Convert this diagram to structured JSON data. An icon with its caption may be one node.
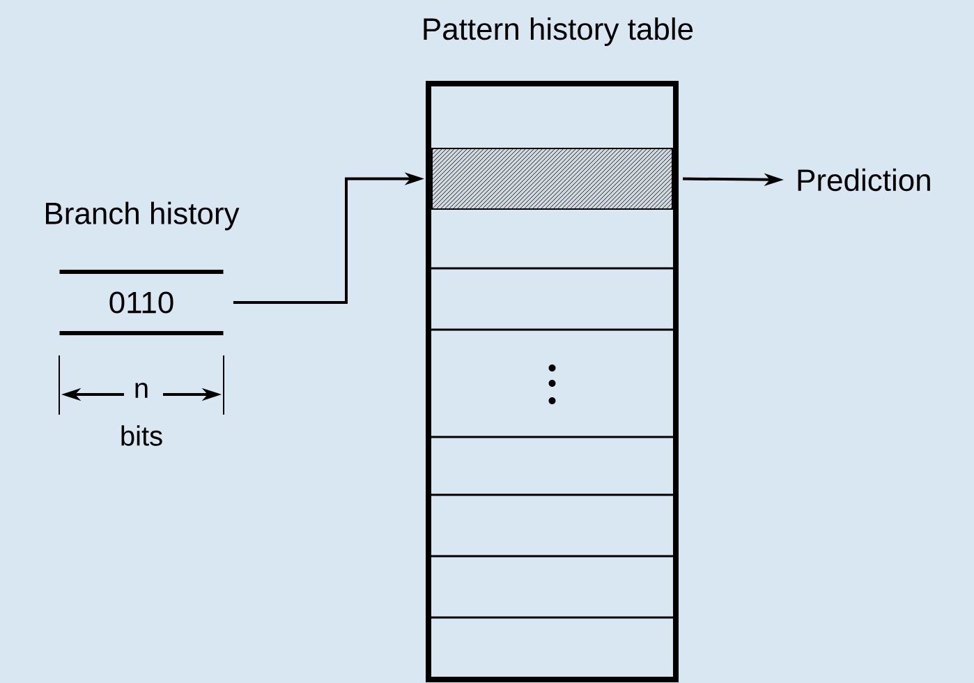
{
  "diagram": {
    "nodes": [
      {
        "text": [
          "Branch history",
          "0110"
        ]
      },
      {
        "text": [
          "Pattern history table"
        ]
      },
      {
        "text": [],
        "shape": "bar",
        "in": 1
      },
      {
        "text": [
          "Prediction"
        ]
      }
    ],
    "edges": [
      {
        "from": 0,
        "to": 2,
        "arrow": "to"
      },
      {
        "from": 2,
        "to": 3,
        "arrow": "to"
      }
    ],
    "labels": [
      "n",
      "bits"
    ]
  }
}
